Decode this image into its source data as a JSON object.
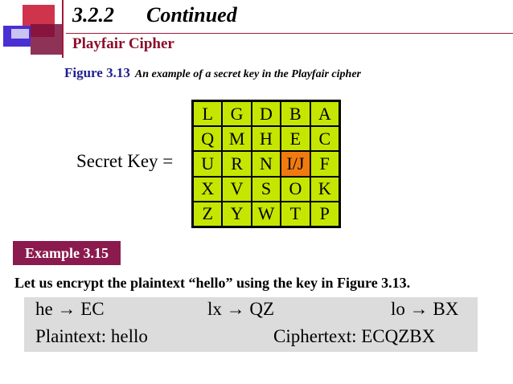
{
  "header": {
    "section_number": "3.2.2",
    "section_title": "Continued",
    "subtitle": "Playfair Cipher"
  },
  "figure": {
    "label": "Figure 3.13",
    "description": "An example of a secret key in the Playfair cipher",
    "key_label": "Secret Key =",
    "grid": [
      [
        "L",
        "G",
        "D",
        "B",
        "A"
      ],
      [
        "Q",
        "M",
        "H",
        "E",
        "C"
      ],
      [
        "U",
        "R",
        "N",
        "I/J",
        "F"
      ],
      [
        "X",
        "V",
        "S",
        "O",
        "K"
      ],
      [
        "Z",
        "Y",
        "W",
        "T",
        "P"
      ]
    ],
    "highlight_color": "#f07a10",
    "grid_color": "#c5e600"
  },
  "example": {
    "badge": "Example 3.15",
    "intro": "Let us encrypt the plaintext “hello” using the key in Figure 3.13.",
    "pairs": [
      "he → EC",
      "lx → QZ",
      "lo → BX"
    ],
    "plaintext": "Plaintext: hello",
    "ciphertext": "Ciphertext: ECQZBX"
  }
}
